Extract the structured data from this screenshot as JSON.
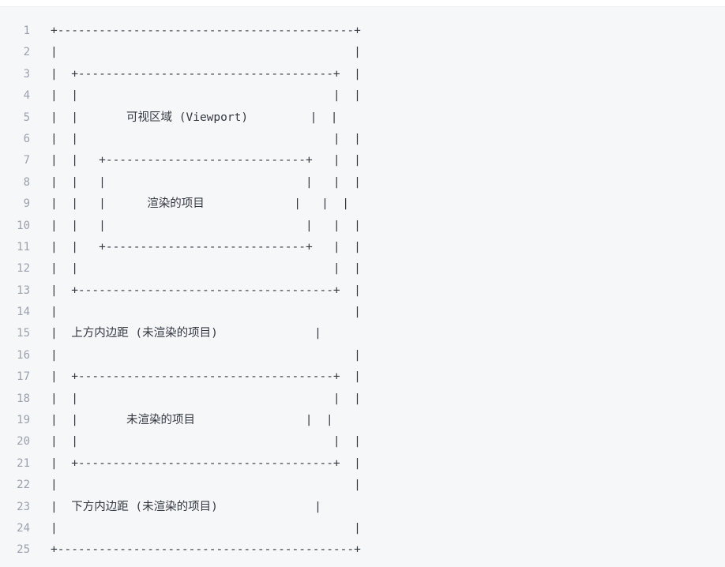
{
  "code": {
    "lines": [
      {
        "number": "1",
        "text": "+-------------------------------------------+"
      },
      {
        "number": "2",
        "text": "|                                           |"
      },
      {
        "number": "3",
        "text": "|  +-------------------------------------+  |"
      },
      {
        "number": "4",
        "text": "|  |                                     |  |"
      },
      {
        "number": "5",
        "text": "|  |       可视区域 (Viewport)         |  |"
      },
      {
        "number": "6",
        "text": "|  |                                     |  |"
      },
      {
        "number": "7",
        "text": "|  |   +-----------------------------+   |  |"
      },
      {
        "number": "8",
        "text": "|  |   |                             |   |  |"
      },
      {
        "number": "9",
        "text": "|  |   |      渲染的项目             |   |  |"
      },
      {
        "number": "10",
        "text": "|  |   |                             |   |  |"
      },
      {
        "number": "11",
        "text": "|  |   +-----------------------------+   |  |"
      },
      {
        "number": "12",
        "text": "|  |                                     |  |"
      },
      {
        "number": "13",
        "text": "|  +-------------------------------------+  |"
      },
      {
        "number": "14",
        "text": "|                                           |"
      },
      {
        "number": "15",
        "text": "|  上方内边距 (未渲染的项目)              |"
      },
      {
        "number": "16",
        "text": "|                                           |"
      },
      {
        "number": "17",
        "text": "|  +-------------------------------------+  |"
      },
      {
        "number": "18",
        "text": "|  |                                     |  |"
      },
      {
        "number": "19",
        "text": "|  |       未渲染的项目                |  |"
      },
      {
        "number": "20",
        "text": "|  |                                     |  |"
      },
      {
        "number": "21",
        "text": "|  +-------------------------------------+  |"
      },
      {
        "number": "22",
        "text": "|                                           |"
      },
      {
        "number": "23",
        "text": "|  下方内边距 (未渲染的项目)              |"
      },
      {
        "number": "24",
        "text": "|                                           |"
      },
      {
        "number": "25",
        "text": "+-------------------------------------------+"
      }
    ]
  }
}
